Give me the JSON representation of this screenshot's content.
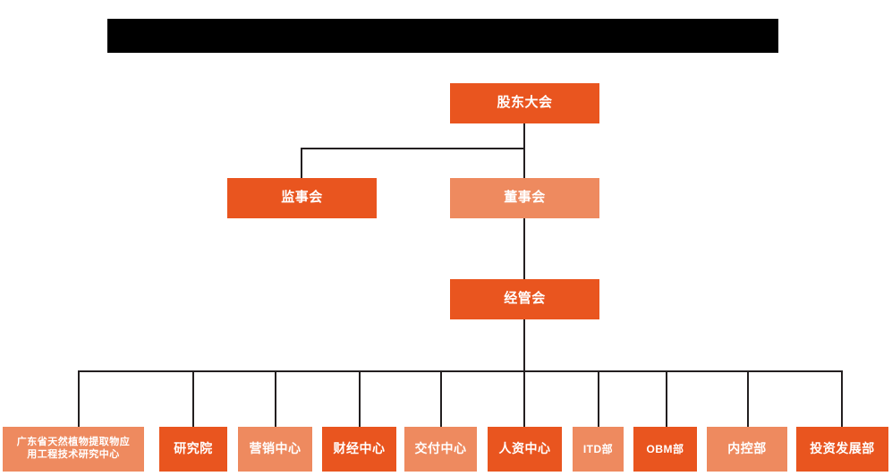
{
  "page": {
    "title_bar": {
      "name": "redacted-title-bar",
      "text": "",
      "color": "#000000"
    },
    "background": "#ffffff"
  },
  "theme": {
    "accent_dark": "#e9551f",
    "accent_light": "#ee8a5f",
    "line_color": "#231f20",
    "node_text_color": "#ffffff"
  },
  "org_chart": {
    "type": "org-hierarchy",
    "levels": [
      {
        "level": 1,
        "nodes": [
          {
            "id": "shareholders",
            "label": "股东大会",
            "tone": "dark"
          }
        ]
      },
      {
        "level": 2,
        "nodes": [
          {
            "id": "supervisors",
            "label": "监事会",
            "tone": "dark"
          },
          {
            "id": "directors",
            "label": "董事会",
            "tone": "light"
          }
        ]
      },
      {
        "level": 3,
        "nodes": [
          {
            "id": "management",
            "label": "经管会",
            "tone": "dark"
          }
        ]
      },
      {
        "level": 4,
        "nodes": [
          {
            "id": "rnd-center",
            "label": "广东省天然植物提取物应用工程技术研究中心",
            "label_line1": "广东省天然植物提取物应",
            "label_line2": "用工程技术研究中心",
            "tone": "light"
          },
          {
            "id": "institute",
            "label": "研究院",
            "tone": "dark"
          },
          {
            "id": "marketing-center",
            "label": "营销中心",
            "tone": "light"
          },
          {
            "id": "finance-center",
            "label": "财经中心",
            "tone": "dark"
          },
          {
            "id": "delivery-center",
            "label": "交付中心",
            "tone": "light"
          },
          {
            "id": "hr-center",
            "label": "人资中心",
            "tone": "dark"
          },
          {
            "id": "itd-dept",
            "label": "ITD部",
            "tone": "light"
          },
          {
            "id": "obm-dept",
            "label": "OBM部",
            "tone": "dark"
          },
          {
            "id": "internal-control-dept",
            "label": "内控部",
            "tone": "light"
          },
          {
            "id": "investment-development-dept",
            "label": "投资发展部",
            "tone": "dark"
          }
        ]
      }
    ],
    "edges": [
      {
        "from": "shareholders",
        "to": "supervisors"
      },
      {
        "from": "shareholders",
        "to": "directors"
      },
      {
        "from": "directors",
        "to": "management"
      },
      {
        "from": "management",
        "to": "rnd-center"
      },
      {
        "from": "management",
        "to": "institute"
      },
      {
        "from": "management",
        "to": "marketing-center"
      },
      {
        "from": "management",
        "to": "finance-center"
      },
      {
        "from": "management",
        "to": "delivery-center"
      },
      {
        "from": "management",
        "to": "hr-center"
      },
      {
        "from": "management",
        "to": "itd-dept"
      },
      {
        "from": "management",
        "to": "obm-dept"
      },
      {
        "from": "management",
        "to": "internal-control-dept"
      },
      {
        "from": "management",
        "to": "investment-development-dept"
      }
    ]
  }
}
